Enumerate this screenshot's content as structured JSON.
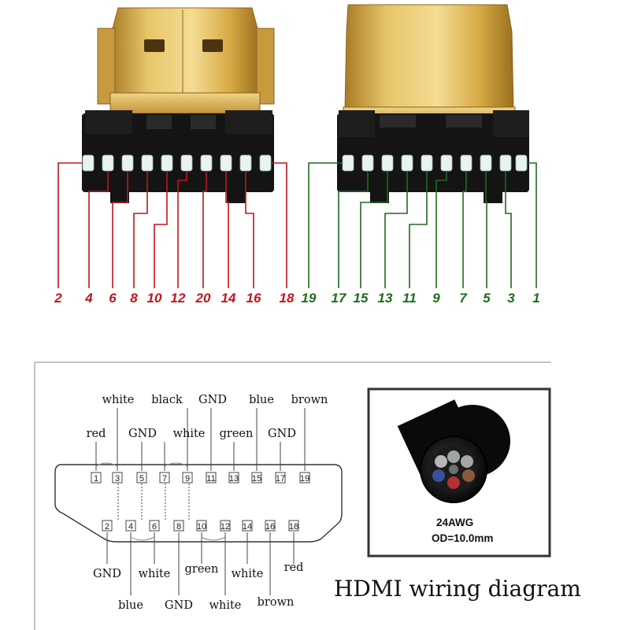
{
  "colors": {
    "even": "#c0151b",
    "odd": "#1f6b1f",
    "gold": "#d9ad4c",
    "plastic": "#141414"
  },
  "connector_left": {
    "pins": [
      "2",
      "4",
      "6",
      "8",
      "10",
      "12",
      "20",
      "14",
      "16",
      "18"
    ]
  },
  "connector_right": {
    "pins": [
      "19",
      "17",
      "15",
      "13",
      "11",
      "9",
      "7",
      "5",
      "3",
      "1"
    ]
  },
  "diagram": {
    "title": "HDMI wiring diagram",
    "top_row": {
      "pins": [
        "1",
        "3",
        "5",
        "7",
        "9",
        "11",
        "13",
        "15",
        "17",
        "19"
      ]
    },
    "bottom_row": {
      "pins": [
        "2",
        "4",
        "6",
        "8",
        "10",
        "12",
        "14",
        "16",
        "18"
      ]
    },
    "labels_top_upper": [
      "white",
      "black",
      "GND",
      "blue",
      "brown"
    ],
    "labels_top_lower": [
      "red",
      "GND",
      "white",
      "green",
      "GND"
    ],
    "labels_bottom_upper": [
      "GND",
      "white",
      "green",
      "white",
      "red"
    ],
    "labels_bottom_lower": [
      "blue",
      "GND",
      "white",
      "brown"
    ]
  },
  "cable": {
    "gauge": "24AWG",
    "od": "OD=10.0mm"
  }
}
